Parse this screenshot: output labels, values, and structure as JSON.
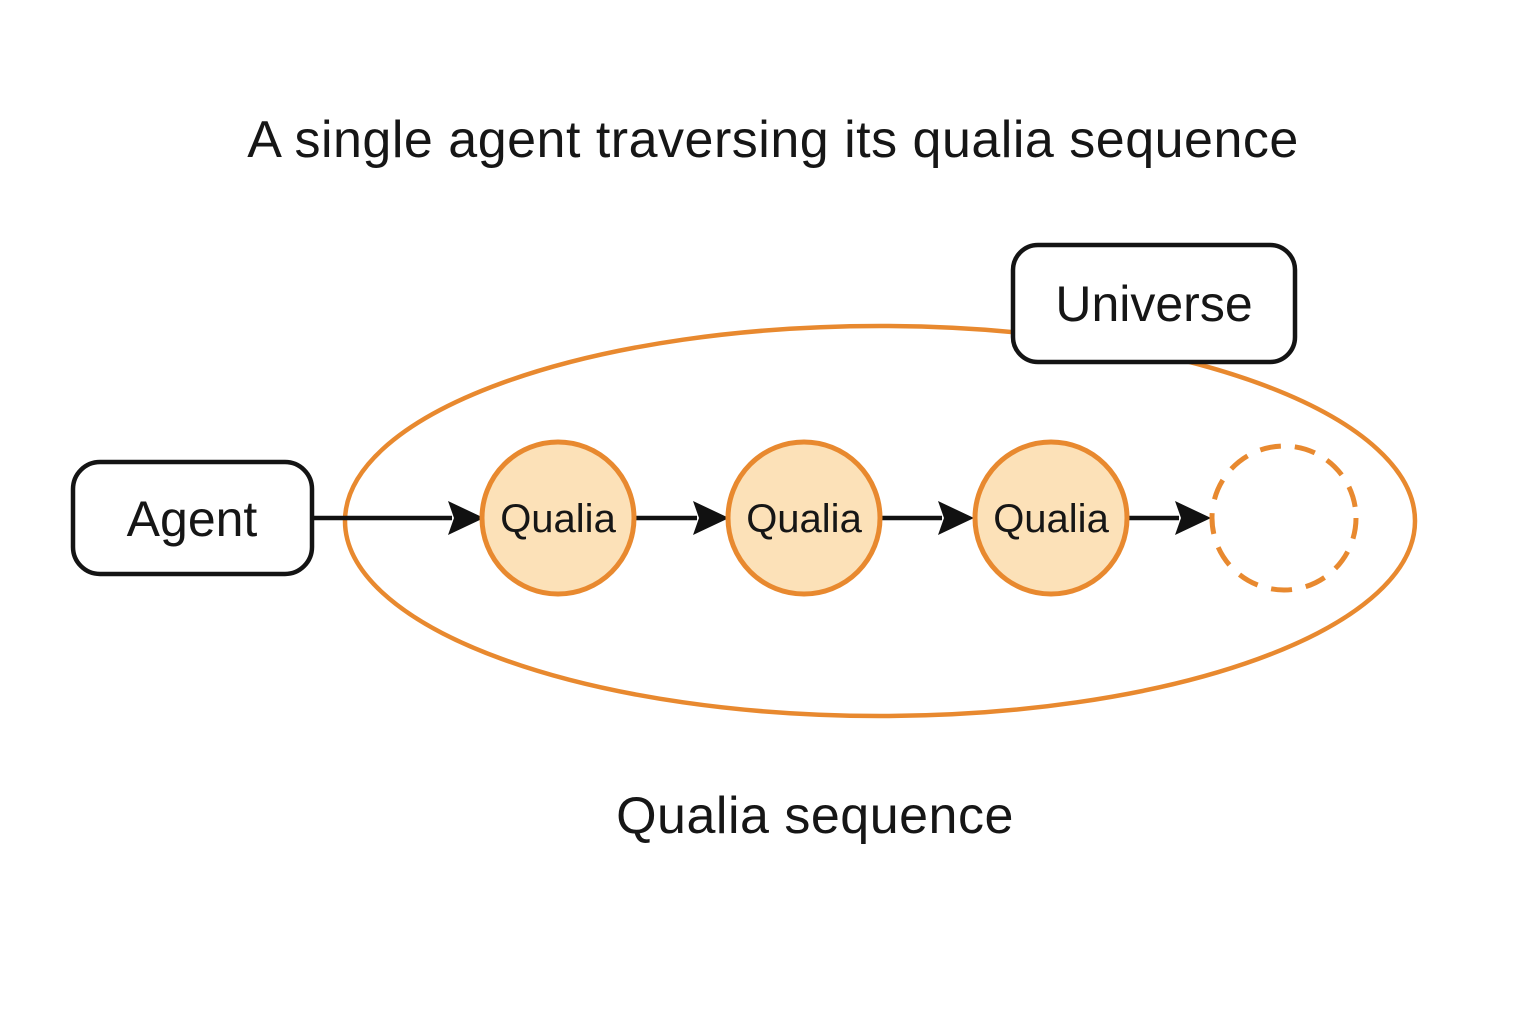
{
  "title": "A single agent traversing its qualia sequence",
  "caption": "Qualia sequence",
  "diagram": {
    "universe": {
      "label": "Universe"
    },
    "agent": {
      "label": "Agent"
    },
    "qualia_nodes": [
      {
        "label": "Qualia"
      },
      {
        "label": "Qualia"
      },
      {
        "label": "Qualia"
      }
    ],
    "next_qualia_placeholder": {
      "style": "dashed-outline-empty-circle"
    }
  },
  "colors": {
    "orange": "#E8892F",
    "qualia_fill": "#FCE1B8",
    "ink": "#161616",
    "background": "#FFFFFF"
  }
}
